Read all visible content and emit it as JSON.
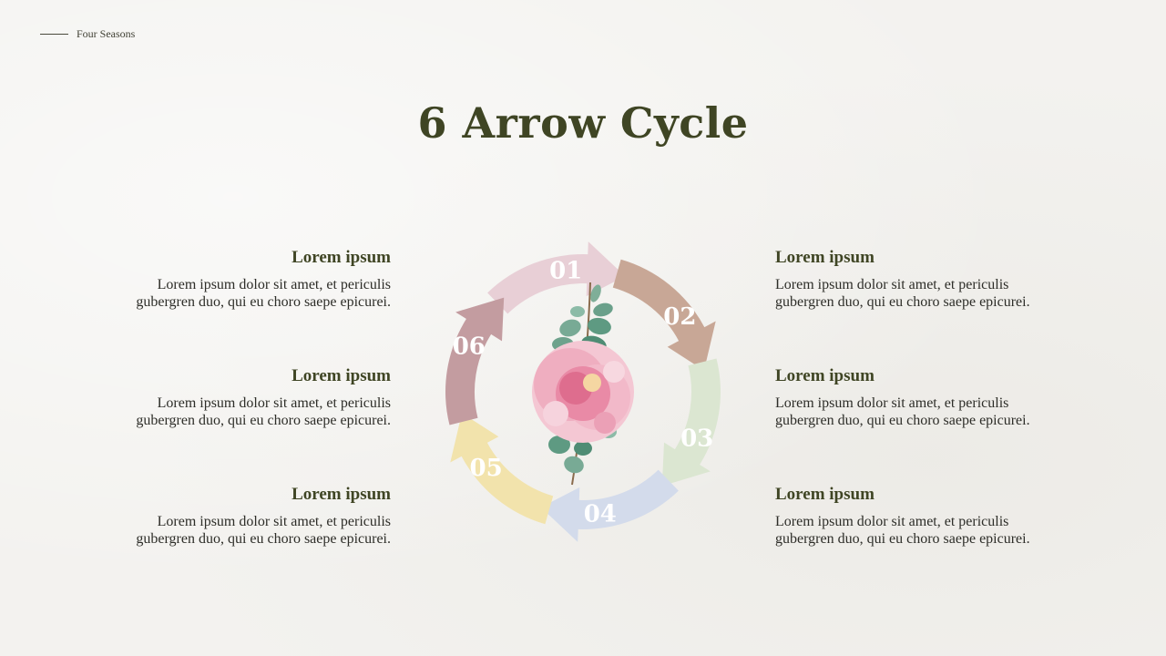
{
  "header": {
    "label": "Four Seasons"
  },
  "title": "6 Arrow Cycle",
  "left_blocks": [
    {
      "heading": "Lorem ipsum",
      "line1": "Lorem ipsum dolor sit amet, et periculis",
      "line2": "gubergren duo, qui eu choro saepe epicurei."
    },
    {
      "heading": "Lorem ipsum",
      "line1": "Lorem ipsum dolor sit amet, et periculis",
      "line2": "gubergren duo, qui eu choro saepe epicurei."
    },
    {
      "heading": "Lorem ipsum",
      "line1": "Lorem ipsum dolor sit amet, et periculis",
      "line2": "gubergren duo, qui eu choro saepe epicurei."
    }
  ],
  "right_blocks": [
    {
      "heading": "Lorem ipsum",
      "line1": "Lorem ipsum dolor sit amet, et periculis",
      "line2": "gubergren duo, qui eu choro saepe epicurei."
    },
    {
      "heading": "Lorem ipsum",
      "line1": "Lorem ipsum dolor sit amet, et periculis",
      "line2": "gubergren duo, qui eu choro saepe epicurei."
    },
    {
      "heading": "Lorem ipsum",
      "line1": "Lorem ipsum dolor sit amet, et periculis",
      "line2": "gubergren duo, qui eu choro saepe epicurei."
    }
  ],
  "cycle": {
    "arrows": [
      {
        "label": "01",
        "color": "#e8cfd6"
      },
      {
        "label": "02",
        "color": "#c8a796"
      },
      {
        "label": "03",
        "color": "#dbe6d1"
      },
      {
        "label": "04",
        "color": "#d3dbeb"
      },
      {
        "label": "05",
        "color": "#f2e3ac"
      },
      {
        "label": "06",
        "color": "#c39ca0"
      }
    ],
    "center_icon": "peony-flower-icon"
  },
  "colors": {
    "title": "#3f4524",
    "text": "#2d2d28",
    "background": "#f3f2ef"
  }
}
